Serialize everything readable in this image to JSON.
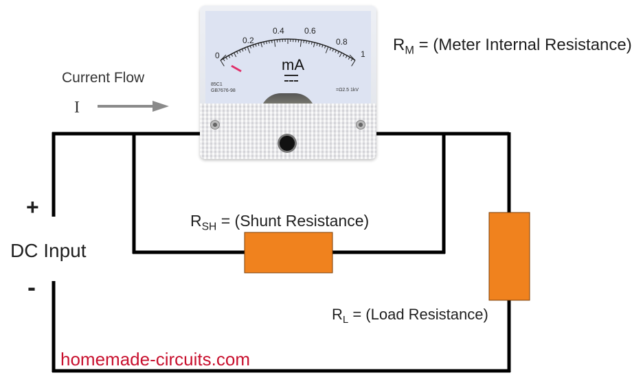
{
  "labels": {
    "meter_resistance": {
      "symbol": "R",
      "subscript": "M",
      "text": " = (Meter Internal Resistance)"
    },
    "shunt_resistance": {
      "symbol": "R",
      "subscript": "SH",
      "text": " = (Shunt Resistance)"
    },
    "load_resistance": {
      "symbol": "R",
      "subscript": "L",
      "text": " = (Load Resistance)"
    },
    "current_flow": "Current Flow",
    "current_symbol": "I",
    "dc_input": "DC Input",
    "plus": "+",
    "minus": "-",
    "watermark": "homemade-circuits.com"
  },
  "meter": {
    "unit": "mA",
    "scale_labels": [
      "0",
      "0.2",
      "0.4",
      "0.6",
      "0.8",
      "1"
    ],
    "model": "85C1",
    "standard": "GB7676-98",
    "spec": "=Ω2.5 1kV"
  },
  "colors": {
    "wire": "#000000",
    "resistor_fill": "#f0821e",
    "resistor_stroke": "#7a3f0a",
    "arrow": "#8a8a8a",
    "watermark": "#c8102e"
  }
}
